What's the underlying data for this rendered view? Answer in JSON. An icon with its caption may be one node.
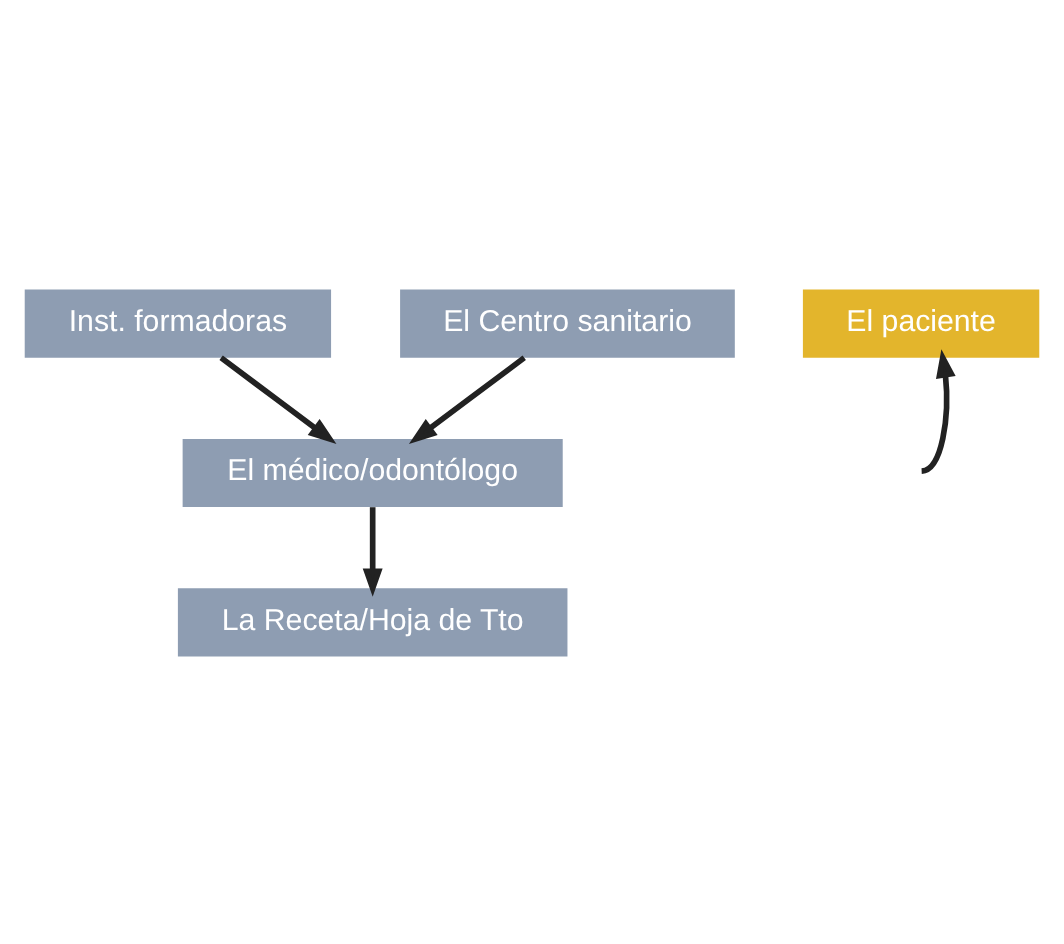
{
  "diagram": {
    "nodes": [
      {
        "text": [
          "Inst. formadoras"
        ]
      },
      {
        "text": [
          "El Centro sanitario"
        ]
      },
      {
        "text": [
          "El médico/odontólogo"
        ]
      },
      {
        "text": [
          "El paciente"
        ]
      },
      {
        "text": [
          "La Receta/Hoja de Tto"
        ]
      }
    ],
    "edges": [
      {
        "from": 0,
        "to": 2,
        "arrow": "to"
      },
      {
        "from": 1,
        "to": 2,
        "arrow": "to"
      },
      {
        "from": 2,
        "to": 4,
        "arrow": "to"
      },
      {
        "from": null,
        "to": 3,
        "arrow": "to"
      }
    ]
  }
}
